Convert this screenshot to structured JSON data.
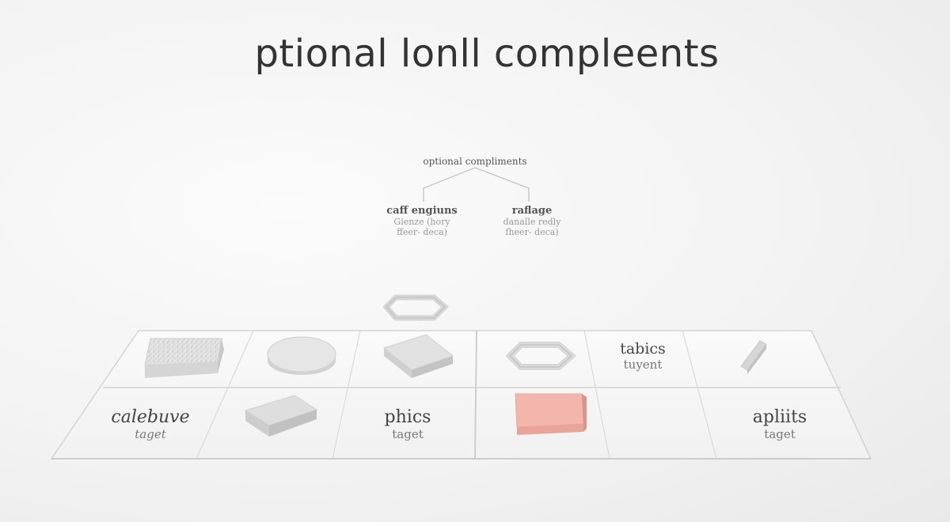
{
  "title": "ptional lonll compleents",
  "tree": {
    "root": "optional compliments",
    "left": {
      "title": "caff engiuns",
      "sub1": "Gienze (hory",
      "sub2": "ffeer- deca)"
    },
    "right": {
      "title": "raflage",
      "sub1": "danalle redly",
      "sub2": "fheer- deca)"
    }
  },
  "grid": {
    "top_row": {
      "tabics_title": "tabics",
      "tabics_sub": "tuyent"
    },
    "bottom_row": [
      {
        "title": "calebuve",
        "sub": "taget"
      },
      {
        "title": "phics",
        "sub": "taget"
      },
      {
        "title": "apliits",
        "sub": "taget"
      }
    ]
  },
  "colors": {
    "accent_block": "#f2b6ac",
    "text": "#333333"
  }
}
